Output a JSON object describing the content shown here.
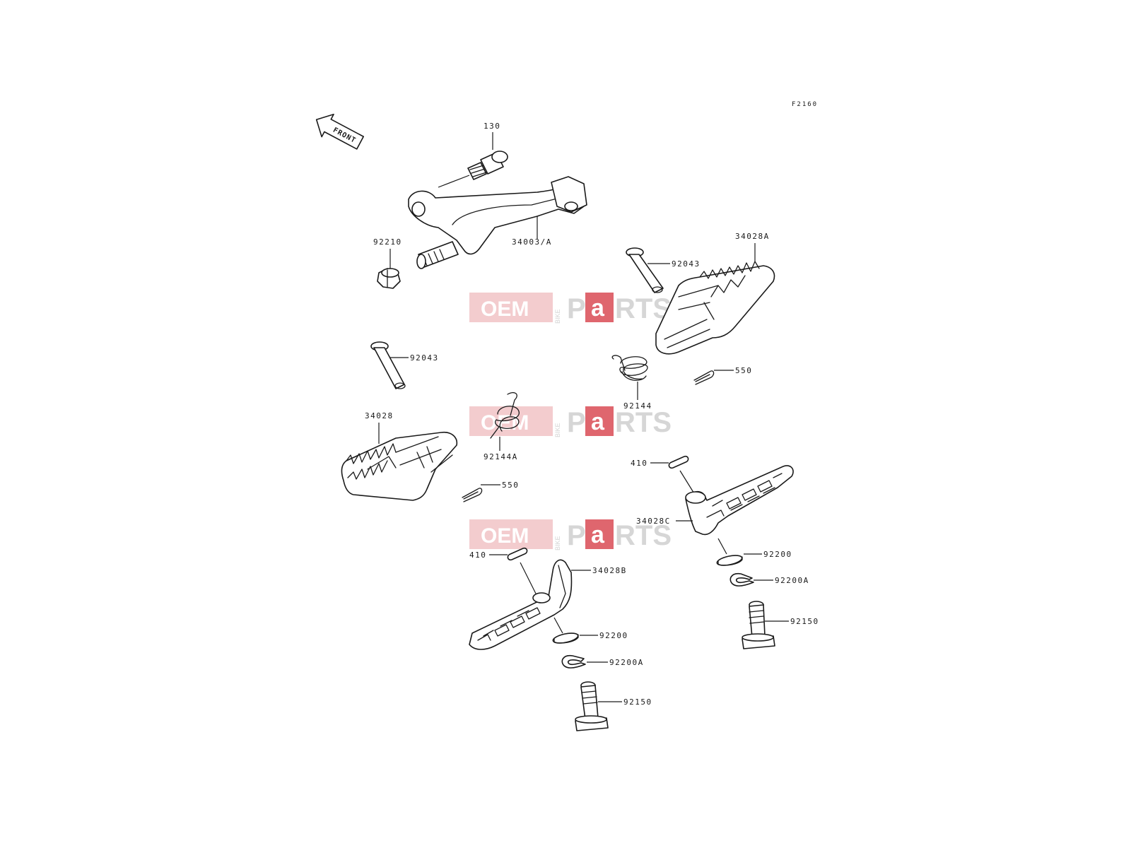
{
  "figure_code": "F2160",
  "front_arrow_label": "FRONT",
  "watermark": {
    "oem": "OEM",
    "bike": "BIKE",
    "p": "P",
    "a": "a",
    "rts": "RTS"
  },
  "callouts": {
    "bolt_130": "130",
    "bracket_34003": "34003/A",
    "nut_92210": "92210",
    "footpeg_right_34028A": "34028A",
    "pin_right_92043": "92043",
    "cotter_right_550": "550",
    "spring_right_92144": "92144",
    "pin_left_92043": "92043",
    "footpeg_left_34028": "34028",
    "spring_left_92144A": "92144A",
    "cotter_left_550": "550",
    "washer_right_410": "410",
    "bracket_right_34028C": "34028C",
    "washer_right_92200": "92200",
    "clip_right_92200A": "92200A",
    "pin_right_92150": "92150",
    "washer_left_410": "410",
    "bracket_left_34028B": "34028B",
    "washer_left_92200": "92200",
    "clip_left_92200A": "92200A",
    "pin_left_92150": "92150"
  }
}
